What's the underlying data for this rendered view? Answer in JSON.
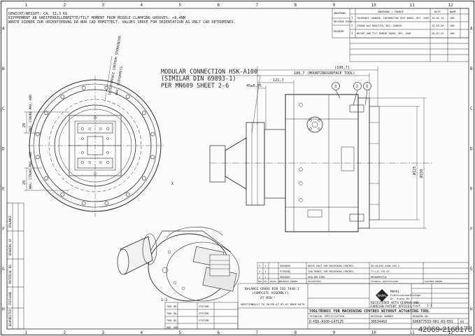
{
  "border": {
    "columns": [
      "1",
      "2",
      "3",
      "4",
      "5",
      "6",
      "7",
      "8",
      "9",
      "10",
      "11",
      "12"
    ],
    "rows": [
      "A",
      "B",
      "C",
      "D",
      "E",
      "F",
      "G",
      "H"
    ]
  },
  "notes": {
    "line1": "GEWICHT/WEIGHT: CA. 13,3 KG",
    "line2": "KIPPMOMENT AB GREIFERRILLENMITTE/TILT MOMENT FROM MIDDLE CLAMPING GROOVES: <8,4NM",
    "line3": "WERTE DIENEN ZUR ORIENTIERUNG DA NUR CAD ERMITTELT. VALUES SERVE FOR ORIENTATION AS ONLY CAD DETERMINES."
  },
  "callout": {
    "line1": "MODULAR CONNECTION HSK-A100",
    "line2": "(SIMILAR DIN 69893-1)",
    "line3": "PER  MN609 SHEET 2-6"
  },
  "dimensions": {
    "overall": "(190,7)",
    "mounting": "186,7 (MOUNTINGSURFACE TOOL)",
    "d121": "121,7",
    "d45": "45±0,05",
    "dia125": "Ø125",
    "dia150": "Ø150",
    "stroke1": "20",
    "stroke2": "20",
    "stroke_label1": "MAX. STROKE MAX. HUB",
    "stroke_label2": "MAX. STROKE MAX. HUB",
    "interference": "INTERFERENCE CONTOUR STÖRKONTUR",
    "fluid": "MAX. FLUIDKREIS"
  },
  "balloons": [
    "1",
    "2",
    "3"
  ],
  "revision_table": {
    "side_labels": [
      "ÄNDERUNG",
      "RELEASE DATE",
      "ENTWURF"
    ],
    "headers": [
      "ÄNDERUNG / CHANGE",
      "DATE",
      "NAME"
    ],
    "rows": [
      {
        "idx": "1",
        "text": "TOLERANCE CHANGED, INFORMATION TEXT ADDED, BEZ. 2009",
        "date": "15.05.12",
        "name": "JOB"
      },
      {
        "idx": "2",
        "text": "STROKE WAS MODIFIED, BEZ. 2009XX",
        "date": "13.03.20",
        "name": "JOB"
      },
      {
        "idx": "3",
        "text": "WEIGHT AND TILT MOMENT ADDED, BEZ. 2009",
        "date": "20.07.24",
        "name": "JOB"
      }
    ]
  },
  "parts_list": {
    "rows": [
      {
        "pos": "3",
        "qty": "1",
        "no": "9056605",
        "desc": "DRIVE UNIT FOR MACHINING CENTRES",
        "code": "20-40-HSK-A100-103-3"
      },
      {
        "pos": "2",
        "qty": "1",
        "no": "9798282",
        "desc": "TOOLTRONIC FOR MACHINING CENTRES",
        "code": "TT-L47-135-GE"
      },
      {
        "pos": "1",
        "qty": "1",
        "no": "9048567",
        "desc": "SEALING RING",
        "code": "RM100MS5FLN"
      }
    ],
    "header": [
      "POS",
      "QTY",
      "DIAGR. NO.",
      "MATERIAL NUMBER",
      "DESCRIPTION",
      "TECHNICAL SPECIFICATION",
      "CUSTOMER NUMBER"
    ]
  },
  "title_block": {
    "balance1": "BALANCE GRADE DIN ISO 1940-1",
    "balance2": "(COMPLETE ASSEMBLY)",
    "balance3": "AT MIN⁻¹",
    "company": "MAPAL",
    "company_sub1": "Präzisionswerkzeuge",
    "company_sub2": "Dr. Kress KG",
    "registered1": "REGISTERED WITH GERMAN AND",
    "registered2": "FOREIGN PATENT OFFICES",
    "title": "TOOLTRONIC FOR MACHINING CENTRES WITHOUT ACTUATING TOOL",
    "spec_label": "TECHNICAL SPECIFICATION",
    "spec": "D-HSK-A100-L47125",
    "mat_label": "MATERIAL NUMBER",
    "mat": "30534463",
    "draw_label": "DRAWING NO.",
    "drawing_no": "606077533-001-03-E01",
    "sheet": "01",
    "scale_label": "SCALE",
    "scale": "1:1",
    "additional": "ADDITIONALLY TO VA-MR-07-03-07 MARK WITH"
  },
  "left_strip": [
    "ERLANGE",
    "DRAWING BY",
    "MATERIAL NO.",
    "FREIGABE",
    "BEARBEITER"
  ],
  "bottom_labels": [
    "TOOL NO.",
    "STATION",
    "TOOL NO.",
    "STATION",
    "TOOL NO.",
    "STATION",
    "ADD. ADD."
  ],
  "watermark": "42069-2168178",
  "markers": [
    "X",
    "1:2"
  ]
}
